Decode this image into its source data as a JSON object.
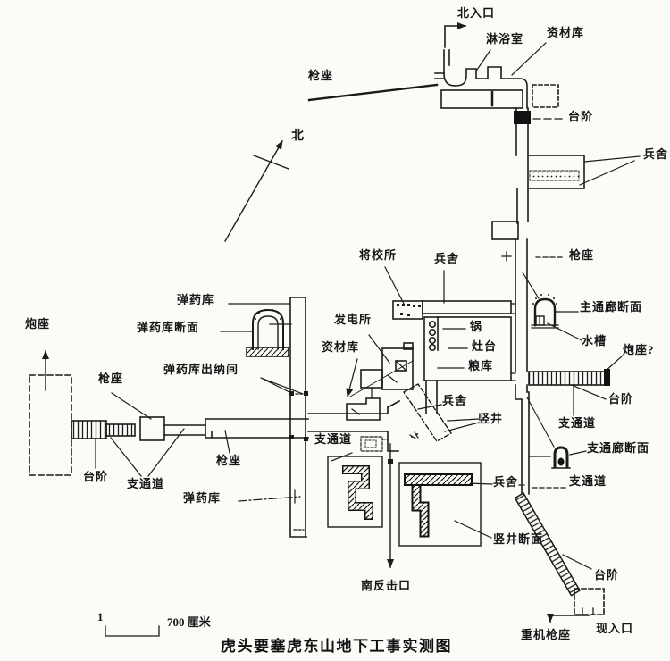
{
  "title": "虎头要塞虎东山地下工事实测图",
  "compass": {
    "north_label": "北"
  },
  "scale_bar": {
    "left_number": "1",
    "length_label": "700 厘米"
  },
  "labels": {
    "north_entrance": "北入口",
    "shower_room": "淋浴室",
    "material_depot_north": "资材库",
    "gun_mount_north": "枪座",
    "steps_north": "台阶",
    "barracks_east": "兵舍",
    "gun_mount_east": "枪座",
    "officers_quarters": "将校所",
    "barracks_center": "兵舍",
    "main_gallery_section": "主通廊断面",
    "water_trough": "水槽",
    "gun_emplacement_east": "炮座?",
    "steps_east": "台阶",
    "power_station": "发电所",
    "material_depot_center": "资材库",
    "pot": "锅",
    "stove": "灶台",
    "grain_depot": "粮库",
    "ammo_depot_north": "弹药库",
    "ammo_depot_section": "弹药库断面",
    "ammo_issue_room": "弹药库出纳间",
    "gun_emplacement_west": "炮座",
    "gun_mount_west_1": "枪座",
    "steps_west": "台阶",
    "branch_passage_west": "支通道",
    "gun_mount_west_2": "枪座",
    "ammo_depot_south": "弹药库",
    "branch_passage_center": "支通道",
    "barracks_shaft": "兵舍",
    "shaft": "竖井",
    "branch_passage_se_1": "支通道",
    "branch_gallery_section": "支通廊断面",
    "barracks_south": "兵舍",
    "branch_passage_se_2": "支通道",
    "shaft_section": "竖井断面",
    "steps_se": "台阶",
    "south_counterattack_opening": "南反击口",
    "current_entrance": "现入口",
    "heavy_machine_gun_mount": "重机枪座"
  }
}
